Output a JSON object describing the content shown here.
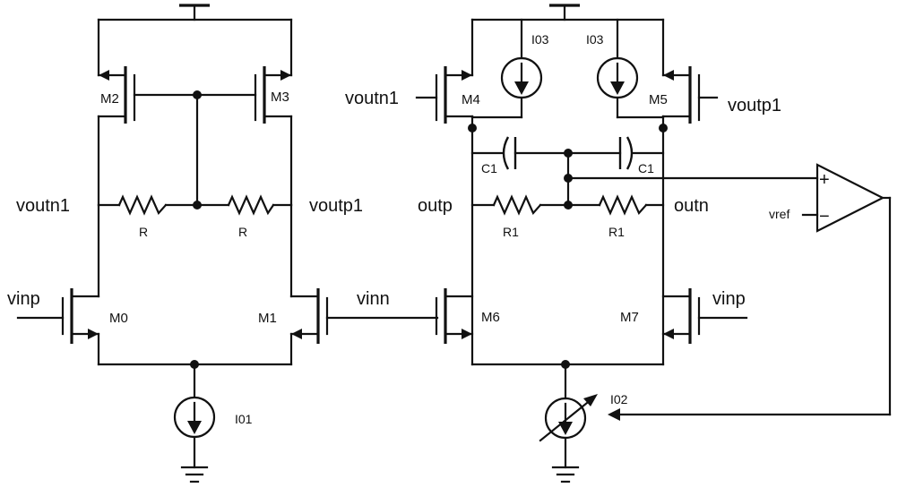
{
  "labels": {
    "m2": "M2",
    "m3": "M3",
    "m0": "M0",
    "m1": "M1",
    "m4": "M4",
    "m5": "M5",
    "m6": "M6",
    "m7": "M7",
    "voutn1_left": "voutn1",
    "voutp1_left": "voutp1",
    "voutn1_right": "voutn1",
    "voutp1_right": "voutp1",
    "r_left": "R",
    "r_right": "R",
    "r1_left": "R1",
    "r1_right": "R1",
    "c1_left": "C1",
    "c1_right": "C1",
    "outp": "outp",
    "outn": "outn",
    "vinp_left": "vinp",
    "vinn": "vinn",
    "vinp_right": "vinp",
    "i01": "I01",
    "i02": "I02",
    "i03_left": "I03",
    "i03_right": "I03",
    "vref": "vref",
    "opamp_plus": "+",
    "opamp_minus": "−"
  }
}
